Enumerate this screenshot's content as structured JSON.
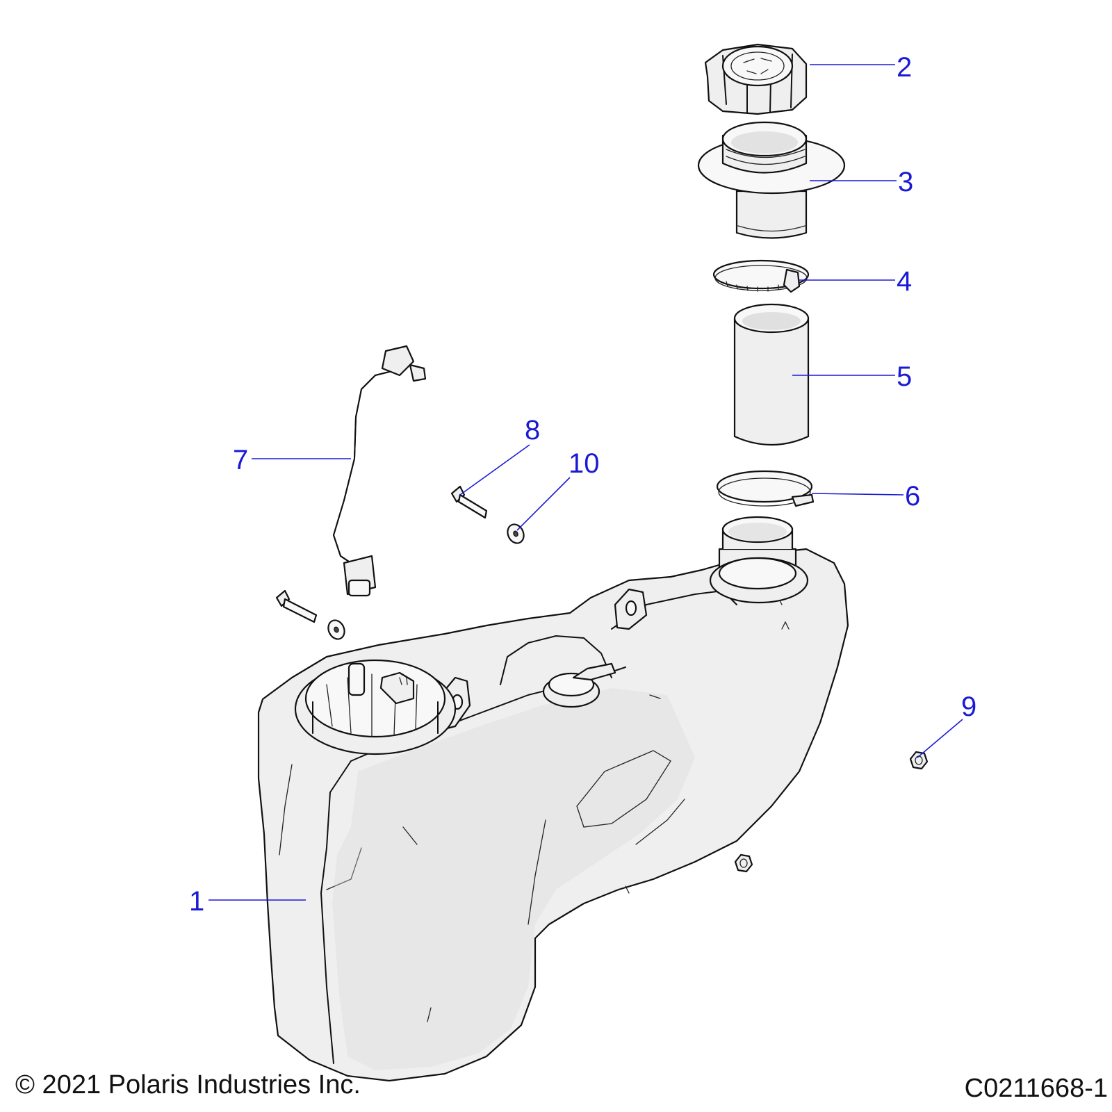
{
  "callouts": [
    {
      "id": "1",
      "label": "1"
    },
    {
      "id": "2",
      "label": "2"
    },
    {
      "id": "3",
      "label": "3"
    },
    {
      "id": "4",
      "label": "4"
    },
    {
      "id": "5",
      "label": "5"
    },
    {
      "id": "6",
      "label": "6"
    },
    {
      "id": "7",
      "label": "7"
    },
    {
      "id": "8",
      "label": "8"
    },
    {
      "id": "9",
      "label": "9"
    },
    {
      "id": "10",
      "label": "10"
    }
  ],
  "footer": {
    "copyright": "© 2021 Polaris Industries Inc.",
    "drawing_number": "C0211668-1"
  },
  "colors": {
    "callout": "#1a1ad6",
    "line_art": "#111111",
    "part_fill": "#efefef"
  }
}
